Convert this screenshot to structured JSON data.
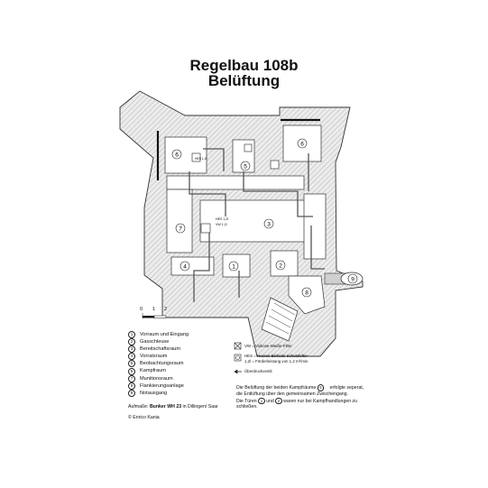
{
  "title": {
    "line1": "Regelbau 108b",
    "line2": "Belüftung"
  },
  "rooms": [
    {
      "num": "1",
      "label": "Vorraum und Eingang"
    },
    {
      "num": "2",
      "label": "Gasschleuse"
    },
    {
      "num": "3",
      "label": "Bereitschaftsraum"
    },
    {
      "num": "4",
      "label": "Vorratsraum"
    },
    {
      "num": "5",
      "label": "Beobachtungsraum"
    },
    {
      "num": "6",
      "label": "Kampfraum"
    },
    {
      "num": "7",
      "label": "Munitionsraum"
    },
    {
      "num": "8",
      "label": "Flankierungsanlage"
    },
    {
      "num": "9",
      "label": "Notausgang"
    }
  ],
  "key": {
    "vw": "VW = Viskose-Weiße-Filter",
    "hes1": "HES = Heeres-Einheits-Schutzlüfter",
    "hes2": "1,2l = Förderleistung von 1,2 m³/min",
    "valve": "Überdruckventil"
  },
  "plan_labels": {
    "hes": "HES 1,2l",
    "vw": "VW 1,2l"
  },
  "note": {
    "l1a": "Die Belüftung der beiden Kampfräume ",
    "l1n": "6",
    "l1b": " erfolgte seperat,",
    "l2": "die Entlüftung über den gemeinsamen Zwischengang.",
    "l3a": "Die Türen ",
    "l3n1": "1",
    "l3m": " und ",
    "l3n2": "2",
    "l3b": " waren nur bei Kampfhandlungen zu",
    "l4": "schließen."
  },
  "source": {
    "prefix": "Aufmaße: ",
    "bold": "Bunker WH 23",
    "suffix": " in Dillingen/ Saar"
  },
  "copyright": "© Enrico Kania",
  "scale": {
    "t0": "0",
    "t1": "1",
    "t2": "2"
  }
}
